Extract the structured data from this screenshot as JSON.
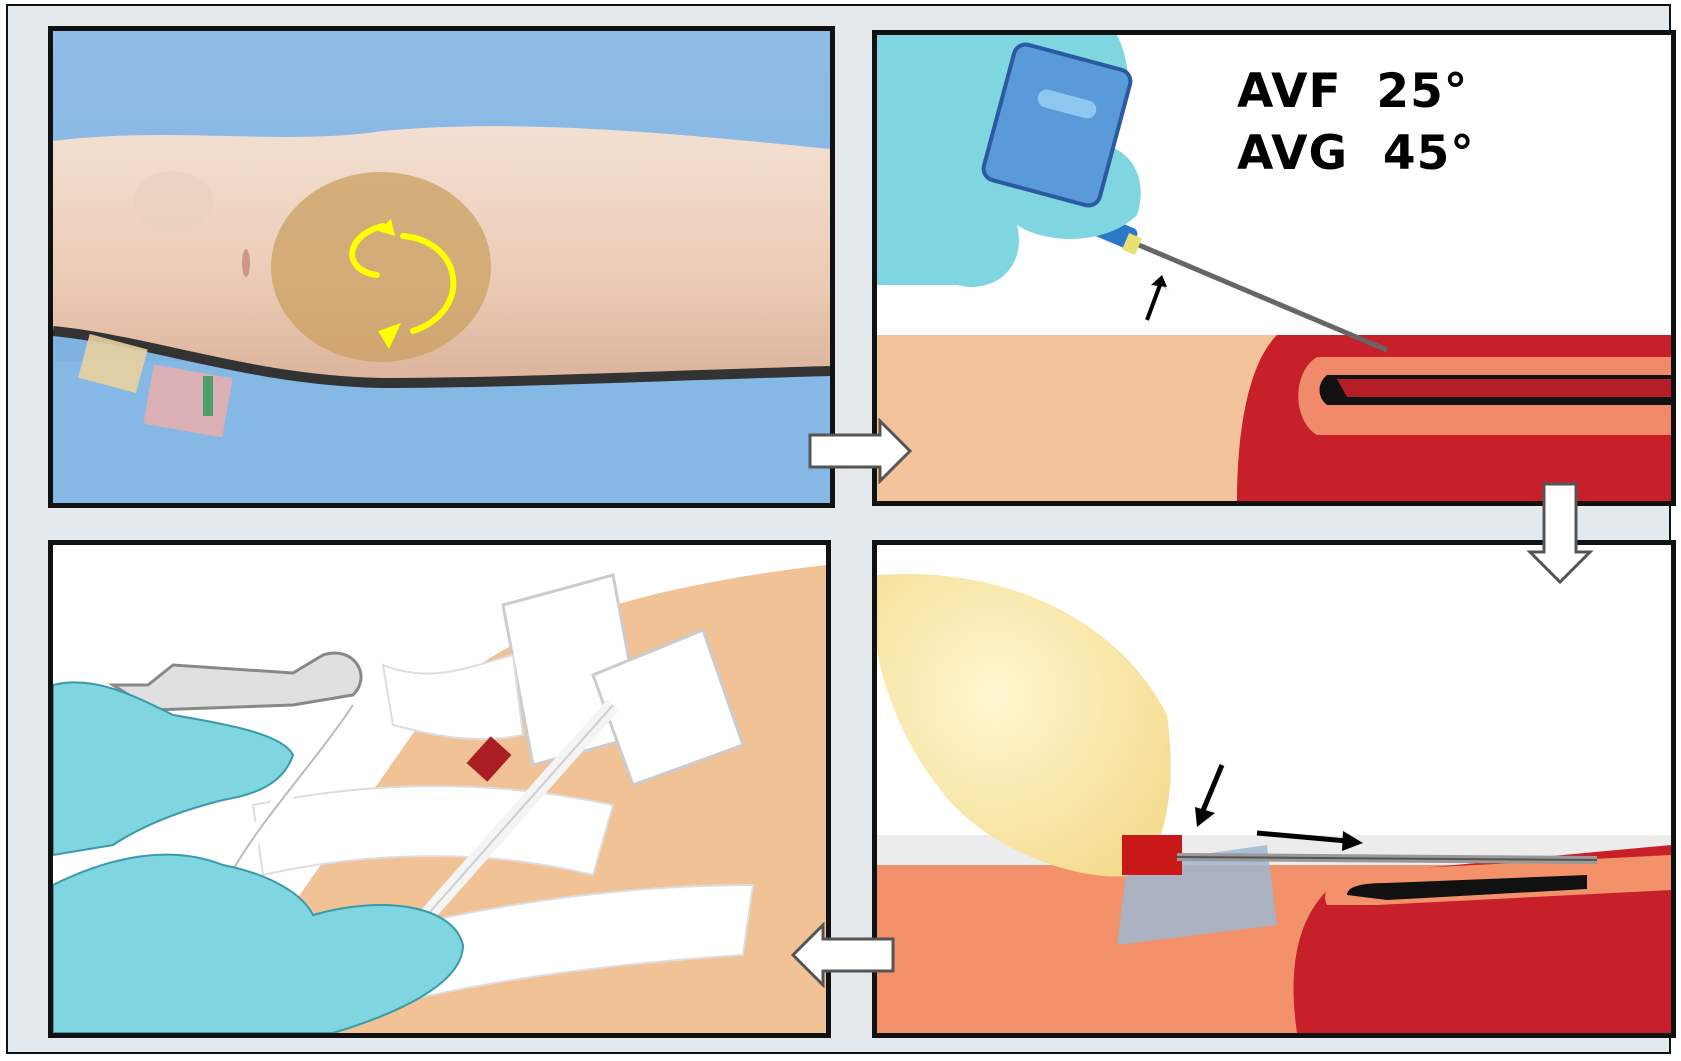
{
  "panels": [
    {
      "step": 1,
      "content": "arm-cleansing"
    },
    {
      "step": 2,
      "content": "needle-insertion"
    },
    {
      "step": 3,
      "content": "needle-advance"
    },
    {
      "step": 4,
      "content": "needle-taping"
    }
  ],
  "angles": {
    "line1": "AVF  25°",
    "line2": "AVG  45°"
  },
  "colors": {
    "background": "#e3e9ed",
    "border": "#111111",
    "cleansing_circle": "#c9a062",
    "rotation_arrows": "#ffff00",
    "glove": "#7fd6e0",
    "skin": "#f2c29a",
    "vessel": "#c8202a",
    "tape": "#ffffff"
  },
  "icons": [
    "yellow-rotation-arrows",
    "flow-arrow-right",
    "flow-arrow-down",
    "flow-arrow-left"
  ]
}
